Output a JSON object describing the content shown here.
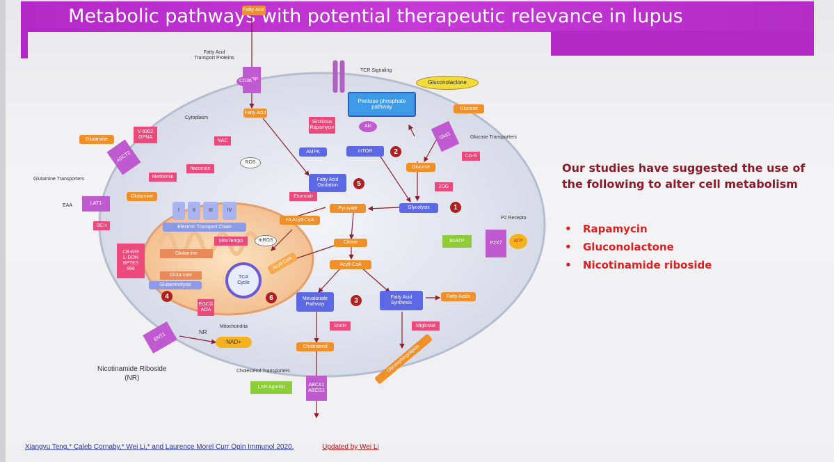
{
  "slide": {
    "title": "Metabolic pathways with potential therapeutic relevance in lupus"
  },
  "diagram": {
    "fatty_acid_top": "Fatty Acid",
    "fatty_acid_transport": "Fatty Acid\nTransport Proteins",
    "fabp": "FABP",
    "cd36": "CD36",
    "fatty_acid_mid": "Fatty Acid",
    "cytoplasm": "Cytoplasm",
    "tcr_signaling": "TCR Signaling",
    "gluconolactone": "Gluconolactone",
    "pentose_phosphate": "Pentose phosphate pathway",
    "sirolimus": "Sirolimus\nRapamycin",
    "akt": "Akt",
    "ampk": "AMPK",
    "mtor": "mTOR",
    "glucose_top": "Glucose",
    "glut1": "Glut1",
    "glucose_transporters": "Glucose Transporters",
    "cg5": "CG-5",
    "glucose_mid": "Glucose",
    "twodg": "2DG",
    "glycolysis": "Glycolysis",
    "glutamine_left": "Glutamine",
    "v9302": "V-9302\nGPNA",
    "asct2": "ASCT2",
    "nac": "NAC",
    "ros": "ROS",
    "glutamine_transporters": "Glutamine Transporters",
    "metformin": "Metformin",
    "itaconate": "Itaconate",
    "eaa": "EAA",
    "lat1": "LAT1",
    "glutamine_mid": "Glutamine",
    "bch": "BCH",
    "complex_i": "I",
    "complex_ii": "II",
    "complex_iii": "III",
    "complex_iv": "IV",
    "etc": "Electron Transport Chain",
    "etomoxir": "Etomoxir",
    "fa_oxidation": "Fatty Acid\nOxidation",
    "pyruvate": "Pyruvate",
    "fa_acyl_coa": "FA Acytl-CoA",
    "mitotempo": "MitoTempo",
    "mros": "mROS",
    "cb839": "CB-839\nL-DON\nBPTES\n968",
    "glutamine_inner": "Glutamine",
    "glutamate": "Glutamate",
    "glutaminolysis": "Glutaminolysis",
    "tca": "TCA\nCycle",
    "acyl_coa_inner": "Acytl-CoA",
    "egcg": "EGCG\nAOA",
    "mitochondria": "Mitochondria",
    "citrate": "Citrate",
    "acyl_coa": "Acytl-CoA",
    "bzatp": "BzATP",
    "p2x7": "P2X7",
    "atp": "ATP",
    "p2_receptor": "P2 Recepto",
    "mevalonate": "Mevalonate\nPathway",
    "fa_synthesis": "Fatty Acid\nSynthesis",
    "fatty_acids": "Fatty Acids",
    "statin": "Statin",
    "miglustat": "Miglustat",
    "cholesterol": "Cholesterol",
    "glycosphingolipids": "Glycosphingolipids",
    "nr_small": "NR",
    "nad": "NAD+",
    "ent1": "ENT1",
    "nicotinamide_riboside": "Nicotinamide Riboside\n(NR)",
    "cholesterol_transporters": "Cholesterol Transporters",
    "lxr_agonist": "LXR Agonist",
    "abca1": "ABCA1\nABCG1",
    "n1": "1",
    "n2": "2",
    "n3": "3",
    "n4": "4",
    "n5": "5",
    "n6": "6"
  },
  "panel": {
    "heading": "Our studies have suggested the use of the following to alter cell metabolism",
    "items": [
      "Rapamycin",
      "Gluconolactone",
      "Nicotinamide riboside"
    ],
    "bullet": "•"
  },
  "citation": {
    "authors": "Xiangyu Teng,* Caleb Cornaby,* Wei Li,* and Laurence Morel Curr Opin Immunol 2020.",
    "updated": "Updated by Wei Li"
  },
  "colors": {
    "title_bar": "#b428c8",
    "heading_text": "#8b1a2a",
    "drug_text": "#e02020",
    "orange": "#f0902a",
    "pink": "#ec4a7c",
    "blue": "#5c68e4",
    "purple": "#c05ad0",
    "green": "#8fcc3a"
  }
}
